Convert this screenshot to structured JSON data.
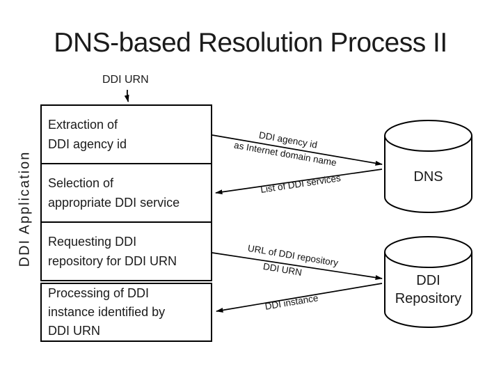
{
  "slide": {
    "title": "DNS-based Resolution Process II"
  },
  "input": {
    "label": "DDI URN"
  },
  "lane": {
    "label": "DDI Application",
    "steps": [
      {
        "label": "Extraction of\nDDI agency id"
      },
      {
        "label": "Selection of\nappropriate DDI service"
      },
      {
        "label": "Requesting DDI\nrepository for DDI URN"
      },
      {
        "label": "Processing of DDI\ninstance identified by\nDDI URN"
      }
    ]
  },
  "messages": {
    "to_dns_line1": "DDI agency id",
    "to_dns_line2": "as Internet domain name",
    "from_dns": "List of DDI services",
    "to_repo_line1": "URL of DDI repository",
    "to_repo_line2": "DDI URN",
    "from_repo": "DDI instance"
  },
  "datastores": [
    {
      "label": "DNS"
    },
    {
      "label": "DDI\nRepository"
    }
  ],
  "colors": {
    "ink": "#1a1a1a",
    "background": "#ffffff"
  }
}
